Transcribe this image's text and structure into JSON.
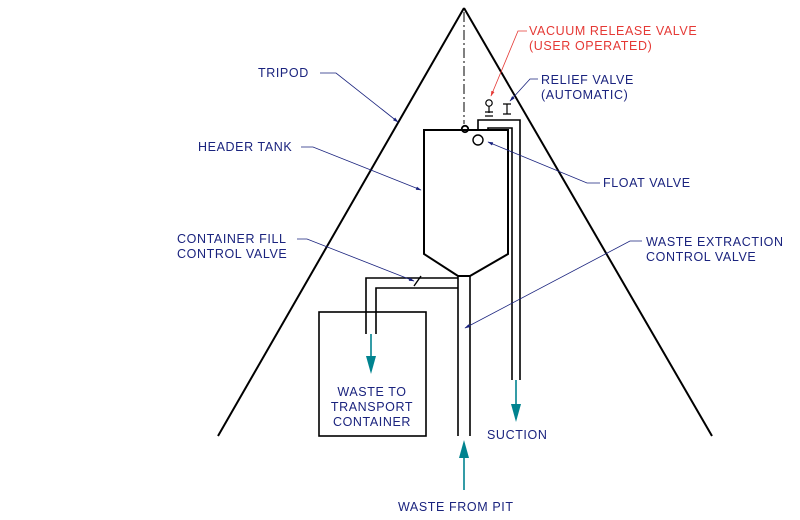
{
  "labels": {
    "tripod": "TRIPOD",
    "vacuum_release_line1": "VACUUM RELEASE VALVE",
    "vacuum_release_line2": "(USER OPERATED)",
    "relief_valve_line1": "RELIEF VALVE",
    "relief_valve_line2": "(AUTOMATIC)",
    "header_tank": "HEADER TANK",
    "float_valve": "FLOAT VALVE",
    "container_fill_line1": "CONTAINER FILL",
    "container_fill_line2": "CONTROL VALVE",
    "waste_extraction_line1": "WASTE EXTRACTION",
    "waste_extraction_line2": "CONTROL VALVE",
    "transport_line1": "WASTE TO",
    "transport_line2": "TRANSPORT",
    "transport_line3": "CONTAINER",
    "suction": "SUCTION",
    "waste_from_pit": "WASTE FROM PIT"
  },
  "colors": {
    "line": "#000000",
    "leader": "#1a237e",
    "label": "#1a237e",
    "highlight_label": "#e53935",
    "highlight_leader": "#e53935",
    "flow_arrow": "#00838f"
  }
}
